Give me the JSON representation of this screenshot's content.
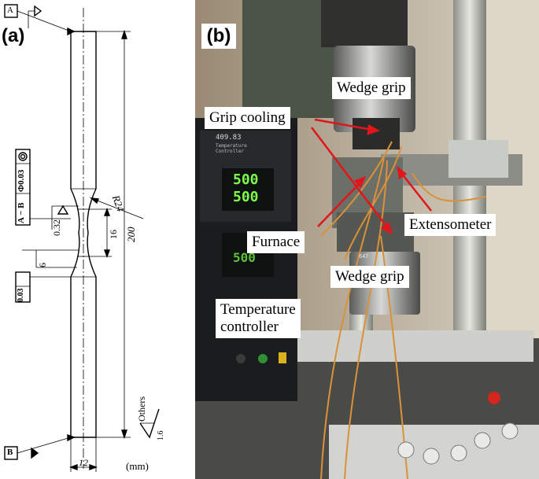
{
  "panel_a": {
    "label": "(a)",
    "datum_a": "A",
    "datum_b": "B",
    "tolerance_coax": "Φ0.03",
    "tolerance_ref": "A − B",
    "tol_032": "0.32",
    "dim_radius": "R24",
    "dim_16": "16",
    "dim_200": "200",
    "dim_6": "6",
    "flatness": "0.03",
    "others": "Others",
    "roughness": "1.6",
    "dim_12": "12",
    "units": "(mm)"
  },
  "panel_b": {
    "label": "(b)",
    "callouts": {
      "wedge_grip_top": "Wedge grip",
      "grip_cooling": "Grip cooling",
      "extensometer": "Extensometer",
      "furnace": "Furnace",
      "wedge_grip_bottom": "Wedge grip",
      "temperature_controller_line1": "Temperature",
      "temperature_controller_line2": "controller"
    },
    "controller_display": {
      "header": "409.83",
      "sub": "Temperature Controller",
      "pv1": "500",
      "sv1": "500",
      "pv2": "500",
      "unit_label": "647"
    },
    "colors": {
      "arrow": "#e0161b"
    }
  }
}
